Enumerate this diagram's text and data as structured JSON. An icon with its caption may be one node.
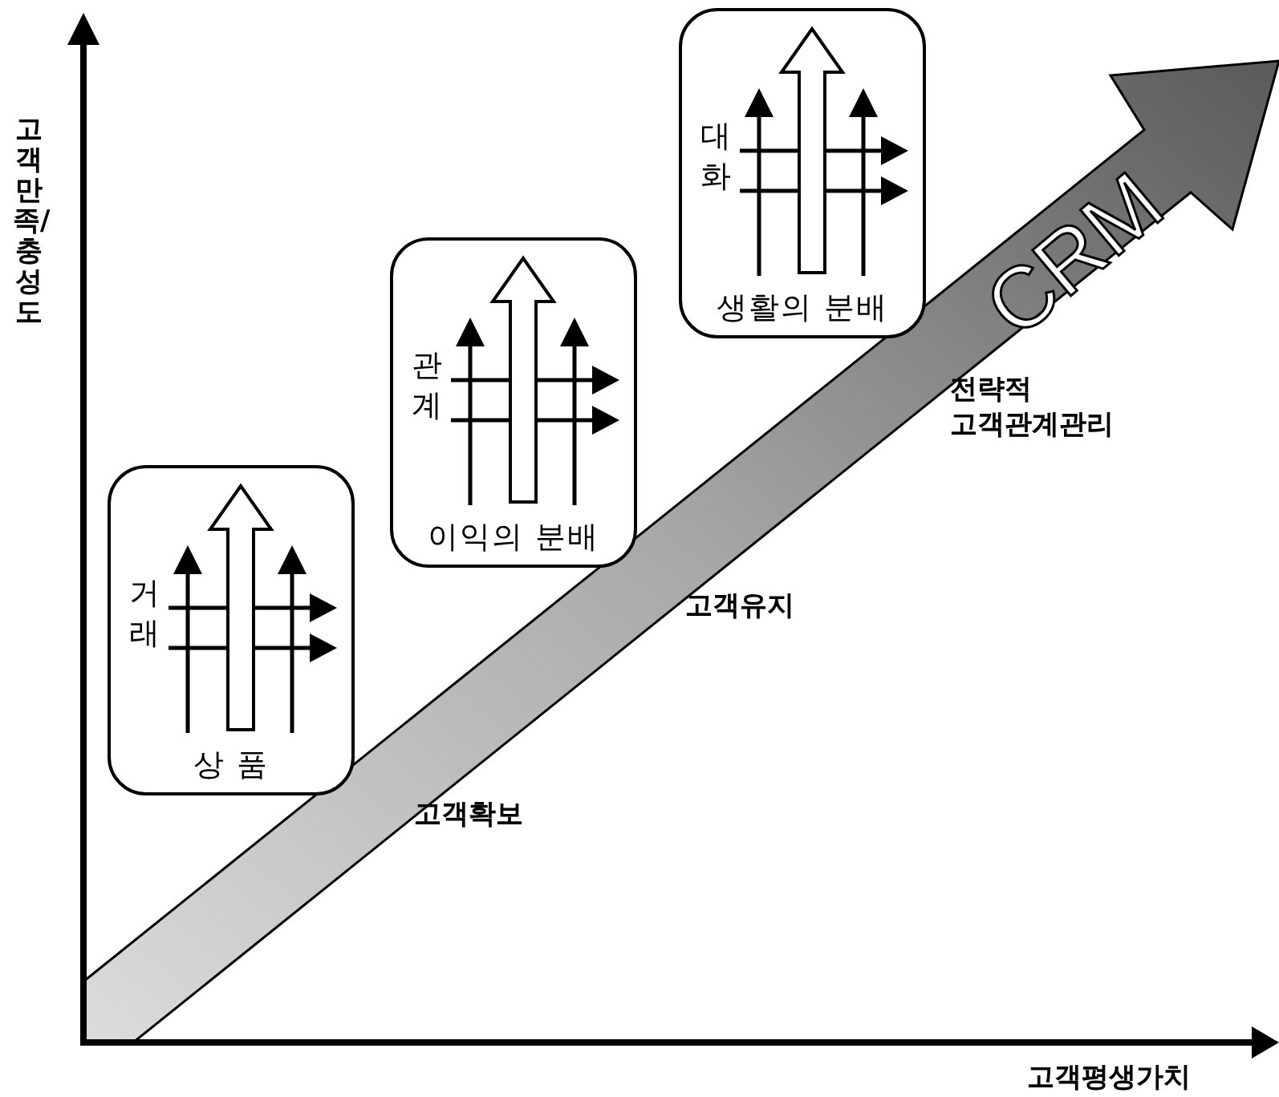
{
  "diagram": {
    "nodes": [
      {
        "text": [
          "거래",
          "상 품"
        ]
      },
      {
        "text": [
          "관계",
          "이익의 분배"
        ]
      },
      {
        "text": [
          "대화",
          "생활의 분배"
        ]
      }
    ],
    "labels": [
      "고객만족/충성도",
      "CRM",
      "전략적 고객관계관리",
      "고객유지",
      "고객확보",
      "고객평생가치"
    ]
  }
}
